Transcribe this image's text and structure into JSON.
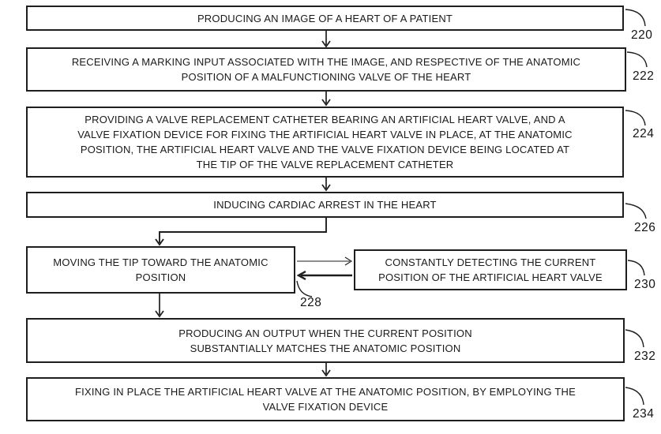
{
  "figure": {
    "background_color": "#ffffff",
    "ink_color": "#1e1e1e"
  },
  "boxes": [
    {
      "ref": "220",
      "lines": [
        "PRODUCING AN IMAGE OF A HEART OF A PATIENT"
      ]
    },
    {
      "ref": "222",
      "lines": [
        "RECEIVING A MARKING INPUT ASSOCIATED WITH THE IMAGE, AND RESPECTIVE OF THE ANATOMIC",
        "POSITION OF A MALFUNCTIONING VALVE OF THE HEART"
      ]
    },
    {
      "ref": "224",
      "lines": [
        "PROVIDING A VALVE REPLACEMENT CATHETER BEARING AN ARTIFICIAL HEART VALVE, AND A",
        "VALVE FIXATION DEVICE FOR FIXING THE ARTIFICIAL HEART VALVE IN PLACE, AT THE ANATOMIC",
        "POSITION, THE ARTIFICIAL HEART VALVE AND THE VALVE FIXATION DEVICE BEING LOCATED AT",
        "THE TIP OF THE VALVE REPLACEMENT CATHETER"
      ]
    },
    {
      "ref": "226",
      "lines": [
        "INDUCING CARDIAC ARREST IN THE HEART"
      ]
    },
    {
      "ref": "228",
      "lines": [
        "MOVING THE TIP TOWARD THE ANATOMIC",
        "POSITION"
      ]
    },
    {
      "ref": "230",
      "lines": [
        "CONSTANTLY DETECTING THE CURRENT",
        "POSITION OF THE ARTIFICIAL HEART VALVE"
      ]
    },
    {
      "ref": "232",
      "lines": [
        "PRODUCING AN OUTPUT WHEN THE CURRENT POSITION",
        "SUBSTANTIALLY MATCHES THE ANATOMIC POSITION"
      ]
    },
    {
      "ref": "234",
      "lines": [
        "FIXING IN PLACE THE ARTIFICIAL HEART VALVE AT THE ANATOMIC POSITION, BY EMPLOYING THE",
        "VALVE FIXATION DEVICE"
      ]
    }
  ]
}
